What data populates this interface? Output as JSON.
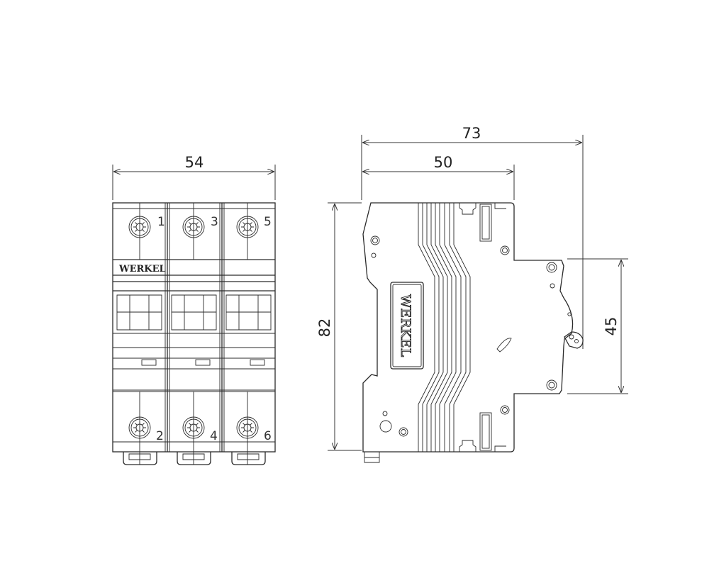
{
  "front_view": {
    "brand": "WERKEL",
    "terminal_labels_top": [
      "1",
      "3",
      "5"
    ],
    "terminal_labels_bottom": [
      "2",
      "4",
      "6"
    ],
    "width_dimension": "54"
  },
  "side_view": {
    "brand": "WERKEL",
    "depth_total_dimension": "73",
    "depth_front_dimension": "50",
    "height_dimension": "82",
    "rail_dimension": "45"
  }
}
